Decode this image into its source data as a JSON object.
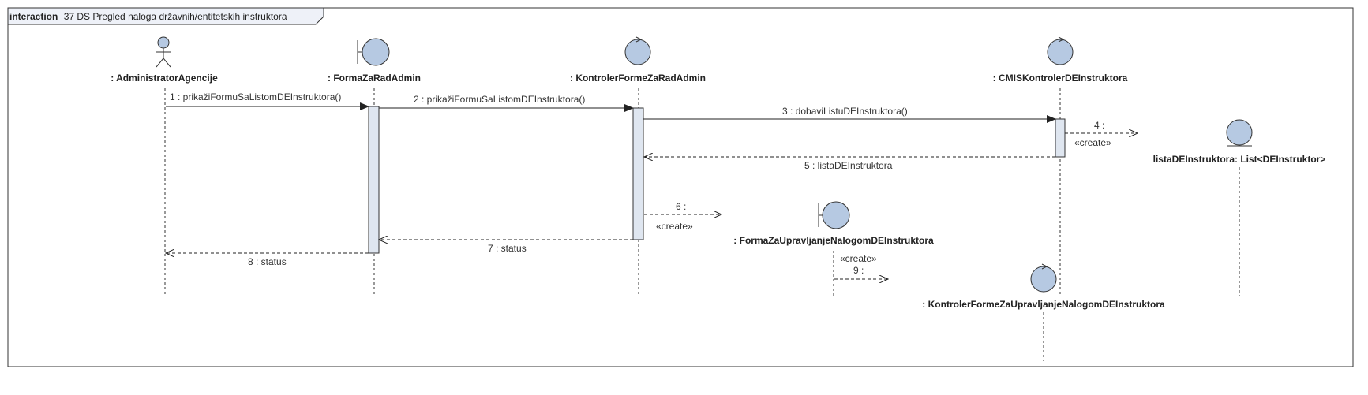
{
  "frame": {
    "keyword": "interaction",
    "title": "37 DS Pregled naloga državnih/entitetskih instruktora"
  },
  "lifelines": [
    {
      "id": "admin",
      "kind": "actor",
      "label": ": AdministratorAgencije"
    },
    {
      "id": "forma",
      "kind": "boundary",
      "label": ": FormaZaRadAdmin"
    },
    {
      "id": "kontroler",
      "kind": "control",
      "label": ": KontrolerFormeZaRadAdmin"
    },
    {
      "id": "cmis",
      "kind": "control",
      "label": ": CMISKontrolerDEInstruktora"
    },
    {
      "id": "lista",
      "kind": "entity",
      "label": "listaDEInstruktora: List<DEInstruktor>"
    },
    {
      "id": "formaUpr",
      "kind": "boundary",
      "label": ": FormaZaUpravljanjeNalogomDEInstruktora"
    },
    {
      "id": "kontrolerUpr",
      "kind": "control",
      "label": ": KontrolerFormeZaUpravljanjeNalogomDEInstruktora"
    }
  ],
  "messages": [
    {
      "id": "m1",
      "label": "1 : prikažiFormuSaListomDEInstruktora()",
      "type": "sync"
    },
    {
      "id": "m2",
      "label": "2 : prikažiFormuSaListomDEInstruktora()",
      "type": "sync"
    },
    {
      "id": "m3",
      "label": "3 : dobaviListuDEInstruktora()",
      "type": "sync"
    },
    {
      "id": "m4",
      "label": "4 :",
      "stereotype": "«create»",
      "type": "create"
    },
    {
      "id": "m5",
      "label": "5 : listaDEInstruktora",
      "type": "reply"
    },
    {
      "id": "m6",
      "label": "6 :",
      "stereotype": "«create»",
      "type": "create"
    },
    {
      "id": "m7",
      "label": "7 : status",
      "type": "reply"
    },
    {
      "id": "m8",
      "label": "8 : status",
      "type": "reply"
    },
    {
      "id": "m9",
      "label": "9 :",
      "stereotype": "«create»",
      "type": "create"
    }
  ],
  "colors": {
    "shape_fill": "#b6c9e2",
    "activation_fill": "#dfe6f0",
    "stroke": "#222222",
    "frame_tab_fill": "#eef1f8"
  }
}
